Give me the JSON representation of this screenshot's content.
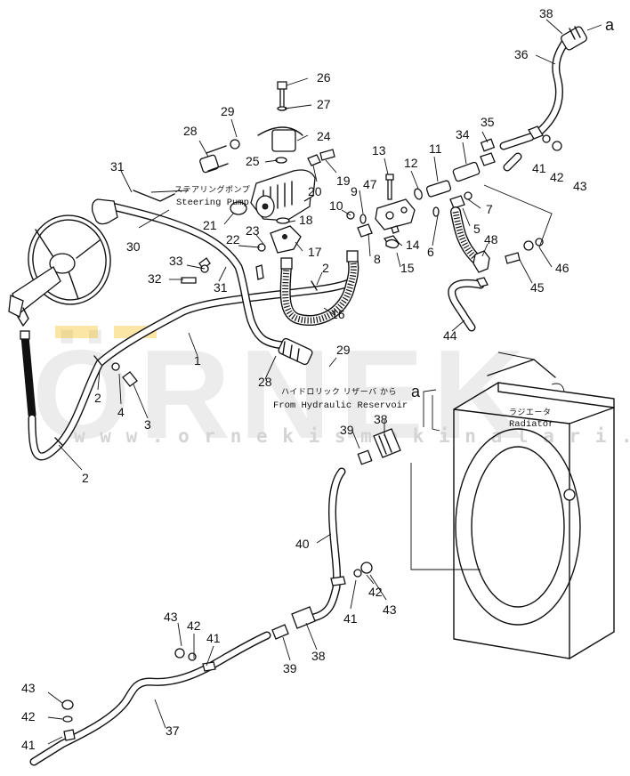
{
  "watermark": {
    "brand": "ÖRNEK",
    "url": "w w w . o r n e k i s m a k i n a l a r i . c o m . t r",
    "accent_color": "#f5b800"
  },
  "annotations": {
    "steering_pump_jp": "ステアリングポンプ",
    "steering_pump_en": "Steering Pump",
    "hydraulic_reservoir_jp": "ハイドロリック リザーバ から",
    "hydraulic_reservoir_en": "From Hydraulic Reservoir",
    "radiator_jp": "ラジエータ",
    "radiator_en": "Radiator",
    "connection_mark": "a"
  },
  "callouts": [
    "38",
    "a",
    "36",
    "26",
    "27",
    "29",
    "24",
    "28",
    "35",
    "34",
    "41",
    "42",
    "43",
    "25",
    "11",
    "13",
    "12",
    "31",
    "20",
    "19",
    "47",
    "9",
    "7",
    "10",
    "5",
    "21",
    "18",
    "30",
    "22",
    "23",
    "17",
    "6",
    "8",
    "14",
    "48",
    "33",
    "2",
    "15",
    "46",
    "32",
    "31",
    "45",
    "16",
    "44",
    "1",
    "29",
    "28",
    "a",
    "2",
    "4",
    "3",
    "38",
    "39",
    "2",
    "40",
    "41",
    "43",
    "42",
    "43",
    "42",
    "41",
    "39",
    "38",
    "43",
    "42",
    "41",
    "37"
  ]
}
